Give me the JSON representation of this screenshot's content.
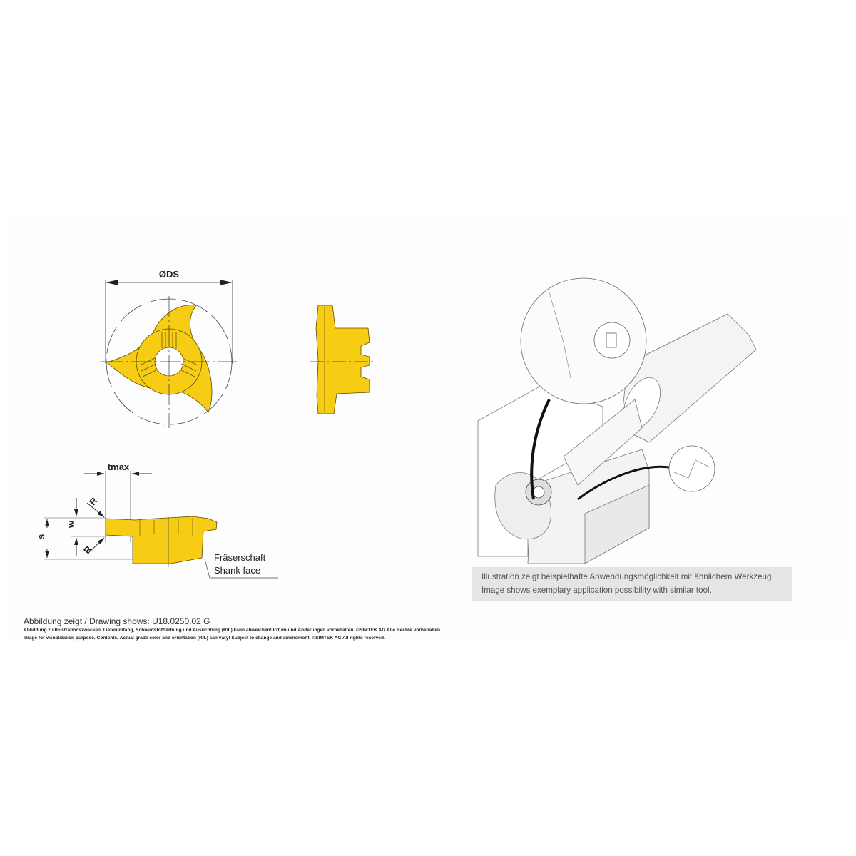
{
  "drawing": {
    "dim_diameter": "ØDS",
    "dim_tmax": "tmax",
    "dim_s": "s",
    "dim_w": "w",
    "dim_r_top": "R",
    "dim_r_bottom": "R",
    "label_de": "Fräserschaft",
    "label_en": "Shank face"
  },
  "illustration": {
    "caption_de": "Illustration zeigt beispielhafte Anwendungsmöglichkeit mit ähnlichem Werkzeug.",
    "caption_en": "Image shows exemplary application possibility with similar tool."
  },
  "footer": {
    "drawing_shows": "Abbildung zeigt / Drawing shows: U18.0250.02 G",
    "disclaimer_de": "Abbildung zu Illustrationszwecken. Lieferumfang, Schneidstofffärbung und Ausrichtung (R/L) kann abweichen! Irrtum und Änderungen vorbehalten. ©SIMTEK AG Alle Rechte vorbehalten.",
    "disclaimer_en": "Image for visualization purpose. Contents, Actual grade color and orientation (R/L) can vary! Subject to change and amendment. ©SIMTEK AG All rights reserved."
  },
  "colors": {
    "insert": "#f7cc14",
    "caption_bg": "#e5e5e5"
  }
}
